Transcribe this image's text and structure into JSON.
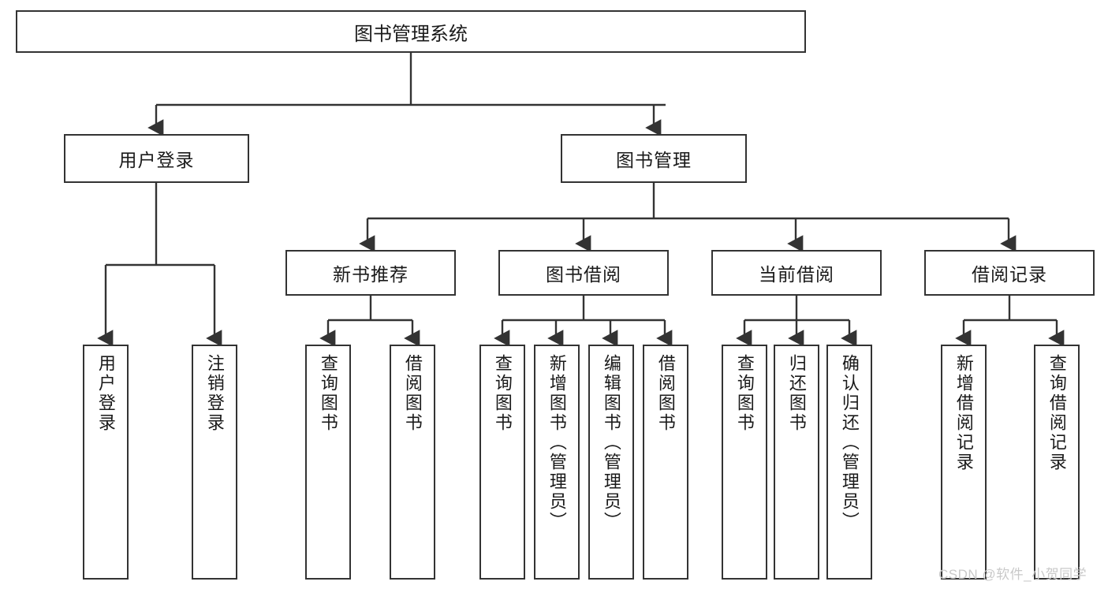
{
  "diagram": {
    "type": "tree-hierarchy",
    "title": "图书管理系统",
    "root": {
      "label": "图书管理系统"
    },
    "level2": [
      {
        "label": "用户登录"
      },
      {
        "label": "图书管理"
      }
    ],
    "level3": [
      {
        "label": "新书推荐"
      },
      {
        "label": "图书借阅"
      },
      {
        "label": "当前借阅"
      },
      {
        "label": "借阅记录"
      }
    ],
    "leaves": {
      "user_login": [
        {
          "label": "用户登录"
        },
        {
          "label": "注销登录"
        }
      ],
      "new_book_recommend": [
        {
          "label": "查询图书"
        },
        {
          "label": "借阅图书"
        }
      ],
      "book_borrow": [
        {
          "label": "查询图书"
        },
        {
          "label": "新增图书（管理员）"
        },
        {
          "label": "编辑图书（管理员）"
        },
        {
          "label": "借阅图书"
        }
      ],
      "current_borrow": [
        {
          "label": "查询图书"
        },
        {
          "label": "归还图书"
        },
        {
          "label": "确认归还（管理员）"
        }
      ],
      "borrow_record": [
        {
          "label": "新增借阅记录"
        },
        {
          "label": "查询借阅记录"
        }
      ]
    }
  },
  "watermark": {
    "text": "CSDN @软件_小贺同学"
  },
  "colors": {
    "border": "#333333",
    "text": "#1a1a1a",
    "background": "#ffffff",
    "watermark": "#c9c9c9"
  }
}
